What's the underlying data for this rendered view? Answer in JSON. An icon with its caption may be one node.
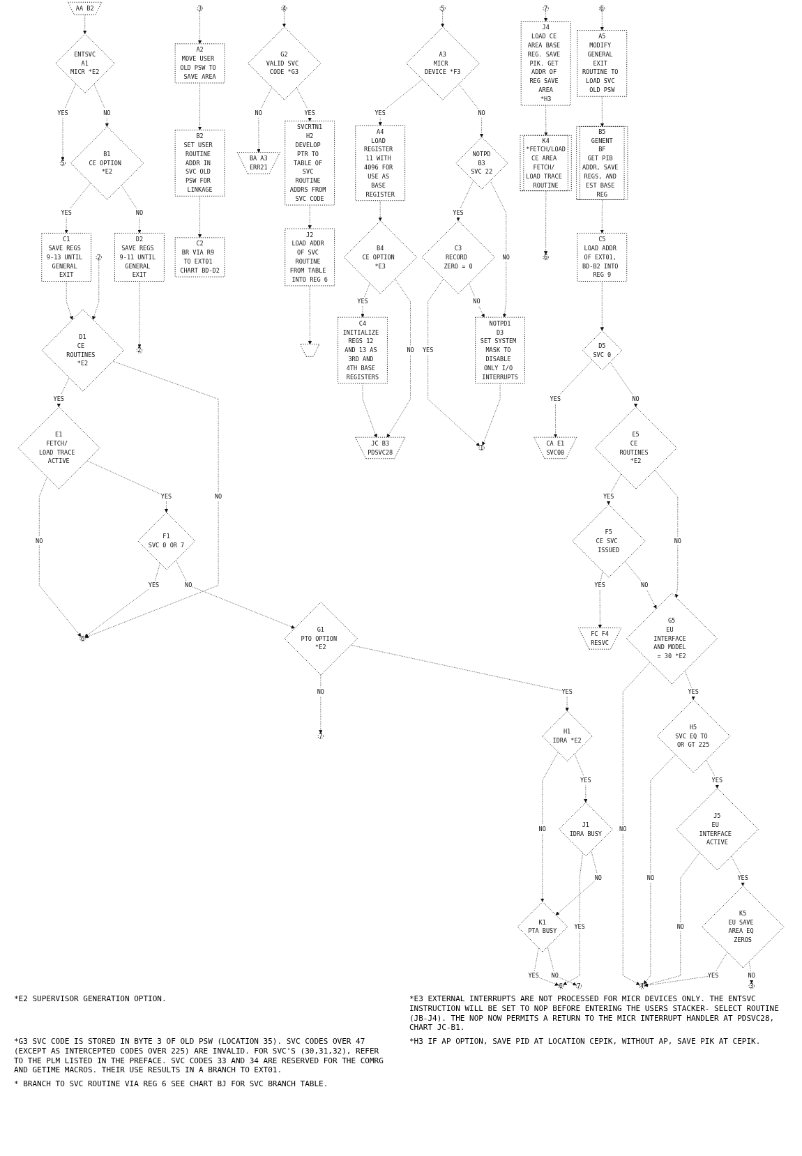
{
  "diagram": {
    "nodes": [
      {
        "text": [
          "AA B2"
        ]
      },
      {
        "text": [
          "ENTSVC",
          "A1",
          "MICR *E2"
        ]
      },
      {
        "text": [
          "5"
        ]
      },
      {
        "text": [
          "B1",
          "CE OPTION *E2"
        ]
      },
      {
        "text": [
          "C1",
          "SAVE REGS 9-13 UNTIL GENERAL EXIT"
        ]
      },
      {
        "text": [
          "2"
        ]
      },
      {
        "text": [
          "D1",
          "CE ROUTINES *E2"
        ]
      },
      {
        "text": [
          "E1",
          "FETCH/ LOAD TRACE ACTIVE"
        ]
      },
      {
        "text": [
          "F1",
          "SVC 0 OR 7"
        ]
      },
      {
        "text": [
          "6"
        ]
      },
      {
        "text": [
          "G1",
          "PTO OPTION *E2"
        ]
      },
      {
        "text": [
          "7"
        ]
      },
      {
        "text": [
          "H1",
          "IDRA *E2"
        ]
      },
      {
        "text": [
          "J1",
          "IDRA BUSY"
        ]
      },
      {
        "text": [
          "K1",
          "PTA BUSY"
        ]
      },
      {
        "text": [
          "6"
        ]
      },
      {
        "text": [
          "7"
        ]
      },
      {
        "text": [
          "3"
        ]
      },
      {
        "text": [
          "A2",
          "MOVE USER OLD PSW TO SAVE AREA"
        ]
      },
      {
        "text": [
          "B2",
          "SET USER ROUTINE ADDR IN SVC OLD PSW FOR LINKAGE"
        ]
      },
      {
        "text": [
          "C2",
          "BR VIA R9 TO EXT01 CHART BD-D2"
        ]
      },
      {
        "text": [
          "D2",
          "SAVE REGS 9-11 UNTIL GENERAL EXIT"
        ]
      },
      {
        "text": [
          "2"
        ]
      },
      {
        "text": [
          "4"
        ]
      },
      {
        "text": [
          "G2",
          "VALID SVC CODE *G3"
        ]
      },
      {
        "text": [
          "BA A3",
          "ERR21"
        ]
      },
      {
        "text": [
          "SVCRTN1",
          "H2",
          "DEVELOP PTR TO TABLE OF SVC ROUTINE ADDRS FROM SVC CODE"
        ]
      },
      {
        "text": [
          "J2",
          "LOAD ADDR OF SVC ROUTINE FROM TABLE INTO REG 6"
        ]
      },
      {
        "text": [],
        "shape": "pentagon"
      },
      {
        "text": [
          "5"
        ]
      },
      {
        "text": [
          "A3",
          "MICR DEVICE *F3"
        ]
      },
      {
        "text": [
          "NOTPD",
          "B3",
          "SVC 22"
        ]
      },
      {
        "text": [
          "C3",
          "RECORD ZERO = 0"
        ]
      },
      {
        "text": [
          "NOTPD1",
          "D3",
          "SET SYSTEM MASK TO DISABLE ONLY I/O INTERRUPTS"
        ]
      },
      {
        "text": [
          "1"
        ]
      },
      {
        "text": [
          "A4",
          "LOAD REGISTER 11 WITH 4096 FOR USE AS BASE REGISTER"
        ]
      },
      {
        "text": [
          "B4",
          "CE OPTION *E3"
        ]
      },
      {
        "text": [
          "C4",
          "INITIALIZE REGS 12 AND 13 AS 3RD AND 4TH BASE REGISTERS"
        ]
      },
      {
        "text": [
          "JC B3",
          "PDSVC28"
        ]
      },
      {
        "text": [
          "7"
        ]
      },
      {
        "text": [
          "J4",
          "LOAD CE AREA BASE REG. SAVE PIK. GET ADDR OF REG SAVE AREA",
          "*H3"
        ]
      },
      {
        "text": [
          "K4",
          "*FETCH/LOAD",
          "CE AREA FETCH/ LOAD TRACE ROUTINE"
        ]
      },
      {
        "text": [
          "6"
        ]
      },
      {
        "text": [
          "6"
        ]
      },
      {
        "text": [
          "A5",
          "MODIFY GENERAL EXIT ROUTINE TO LOAD SVC OLD PSW"
        ]
      },
      {
        "text": [
          "B5",
          "GENENT",
          "BF",
          "GET PIB ADDR, SAVE REGS, AND EST BASE REG"
        ]
      },
      {
        "text": [
          "C5",
          "LOAD ADDR OF EXT01, BD-B2 INTO REG 9"
        ]
      },
      {
        "text": [
          "D5",
          "SVC 0"
        ]
      },
      {
        "text": [
          "CA E1",
          "SVC00"
        ]
      },
      {
        "text": [
          "E5",
          "CE ROUTINES *E2"
        ]
      },
      {
        "text": [
          "F5",
          "CE SVC ISSUED"
        ]
      },
      {
        "text": [
          "FC F4",
          "RESVC"
        ]
      },
      {
        "text": [
          "G5",
          "EU INTERFACE AND MODEL = 30 *E2"
        ]
      },
      {
        "text": [
          "H5",
          "SVC EQ TO OR GT 225"
        ]
      },
      {
        "text": [
          "J5",
          "EU INTERFACE ACTIVE"
        ]
      },
      {
        "text": [
          "K5",
          "EU SAVE AREA EQ ZEROS"
        ]
      },
      {
        "text": [
          "4"
        ]
      },
      {
        "text": [
          "3"
        ]
      }
    ],
    "edges": [
      {
        "from": 0,
        "to": 1,
        "arrow": "to"
      },
      {
        "from": 1,
        "to": 2,
        "arrow": "to",
        "label": "YES"
      },
      {
        "from": 1,
        "to": 3,
        "arrow": "to",
        "label": "NO"
      },
      {
        "from": 3,
        "to": 4,
        "arrow": "to",
        "label": "YES"
      },
      {
        "from": 3,
        "to": 21,
        "arrow": "to",
        "label": "NO"
      },
      {
        "from": 4,
        "to": 6,
        "arrow": "to"
      },
      {
        "from": 5,
        "to": 6,
        "arrow": "to"
      },
      {
        "from": 6,
        "to": 7,
        "arrow": "to",
        "label": "YES"
      },
      {
        "from": 6,
        "to": 9,
        "arrow": "to",
        "label": "NO"
      },
      {
        "from": 7,
        "to": 9,
        "arrow": "to",
        "label": "NO"
      },
      {
        "from": 7,
        "to": 8,
        "arrow": "to",
        "label": "YES"
      },
      {
        "from": 8,
        "to": 9,
        "arrow": "to",
        "label": "YES"
      },
      {
        "from": 8,
        "to": 10,
        "arrow": "to",
        "label": "NO"
      },
      {
        "from": 10,
        "to": 11,
        "arrow": "to",
        "label": "NO"
      },
      {
        "from": 10,
        "to": 12,
        "arrow": "to",
        "label": "YES"
      },
      {
        "from": 12,
        "to": 14,
        "arrow": "to",
        "label": "NO"
      },
      {
        "from": 12,
        "to": 13,
        "arrow": "to",
        "label": "YES"
      },
      {
        "from": 13,
        "to": 15,
        "arrow": "to",
        "label": "YES"
      },
      {
        "from": 13,
        "to": 14,
        "arrow": "to",
        "label": "NO"
      },
      {
        "from": 14,
        "to": 15,
        "arrow": "to",
        "label": "YES"
      },
      {
        "from": 14,
        "to": 16,
        "arrow": "to",
        "label": "NO"
      },
      {
        "from": 17,
        "to": 18,
        "arrow": "to"
      },
      {
        "from": 18,
        "to": 19,
        "arrow": "to"
      },
      {
        "from": 19,
        "to": 20,
        "arrow": "to"
      },
      {
        "from": 21,
        "to": 22,
        "arrow": "to"
      },
      {
        "from": 23,
        "to": 24,
        "arrow": "to"
      },
      {
        "from": 24,
        "to": 25,
        "arrow": "to",
        "label": "NO"
      },
      {
        "from": 24,
        "to": 26,
        "arrow": "to",
        "label": "YES"
      },
      {
        "from": 26,
        "to": 27,
        "arrow": "to"
      },
      {
        "from": 27,
        "to": 28,
        "arrow": "to"
      },
      {
        "from": 29,
        "to": 30,
        "arrow": "to"
      },
      {
        "from": 30,
        "to": 35,
        "arrow": "to",
        "label": "YES"
      },
      {
        "from": 30,
        "to": 31,
        "arrow": "to",
        "label": "NO"
      },
      {
        "from": 31,
        "to": 32,
        "arrow": "to",
        "label": "YES"
      },
      {
        "from": 31,
        "to": 33,
        "arrow": "to",
        "label": "NO"
      },
      {
        "from": 32,
        "to": 34,
        "arrow": "to",
        "label": "YES"
      },
      {
        "from": 32,
        "to": 33,
        "arrow": "to",
        "label": "NO"
      },
      {
        "from": 33,
        "to": 34,
        "arrow": "to"
      },
      {
        "from": 35,
        "to": 36,
        "arrow": "to"
      },
      {
        "from": 36,
        "to": 37,
        "arrow": "to",
        "label": "YES"
      },
      {
        "from": 36,
        "to": 38,
        "arrow": "to",
        "label": "NO"
      },
      {
        "from": 37,
        "to": 38,
        "arrow": "to"
      },
      {
        "from": 39,
        "to": 40,
        "arrow": "to"
      },
      {
        "from": 40,
        "to": 41,
        "arrow": "to"
      },
      {
        "from": 41,
        "to": 42,
        "arrow": "to"
      },
      {
        "from": 43,
        "to": 44,
        "arrow": "to"
      },
      {
        "from": 44,
        "to": 45,
        "arrow": "to"
      },
      {
        "from": 45,
        "to": 46,
        "arrow": "to"
      },
      {
        "from": 46,
        "to": 47,
        "arrow": "to"
      },
      {
        "from": 47,
        "to": 48,
        "arrow": "to",
        "label": "YES"
      },
      {
        "from": 47,
        "to": 49,
        "arrow": "to",
        "label": "NO"
      },
      {
        "from": 49,
        "to": 50,
        "arrow": "to",
        "label": "YES"
      },
      {
        "from": 49,
        "to": 52,
        "arrow": "to",
        "label": "NO"
      },
      {
        "from": 50,
        "to": 51,
        "arrow": "to",
        "label": "YES"
      },
      {
        "from": 50,
        "to": 52,
        "arrow": "to",
        "label": "NO"
      },
      {
        "from": 52,
        "to": 56,
        "arrow": "to",
        "label": "NO"
      },
      {
        "from": 52,
        "to": 53,
        "arrow": "to",
        "label": "YES"
      },
      {
        "from": 53,
        "to": 56,
        "arrow": "to",
        "label": "NO"
      },
      {
        "from": 53,
        "to": 54,
        "arrow": "to",
        "label": "YES"
      },
      {
        "from": 54,
        "to": 56,
        "arrow": "to",
        "label": "NO"
      },
      {
        "from": 54,
        "to": 55,
        "arrow": "to",
        "label": "YES"
      },
      {
        "from": 55,
        "to": 56,
        "arrow": "to",
        "label": "YES"
      },
      {
        "from": 55,
        "to": 57,
        "arrow": "to",
        "label": "NO"
      }
    ],
    "labels": [
      "*E2 SUPERVISOR GENERATION OPTION.",
      "*E3 EXTERNAL INTERRUPTS ARE NOT PROCESSED FOR MICR DEVICES ONLY. THE ENTSVC INSTRUCTION WILL BE SET TO NOP BEFORE ENTERING THE USERS STACKER- SELECT ROUTINE (JB-J4). THE NOP NOW PERMITS A RETURN TO THE MICR INTERRUPT HANDLER AT PDSVC28, CHART JC-B1.",
      "*G3 SVC CODE IS STORED IN BYTE 3 OF OLD PSW (LOCATION 35). SVC CODES OVER 47 (EXCEPT AS INTERCEPTED CODES OVER 225) ARE INVALID. FOR SVC'S (30,31,32), REFER TO THE PLM LISTED IN THE PREFACE. SVC CODES 33 AND 34 ARE RESERVED FOR THE COMRG AND GETIME MACROS. THEIR USE RESULTS IN A BRANCH TO EXT01.",
      "*H3 IF AP OPTION, SAVE PID AT LOCATION CEPIK, WITHOUT AP, SAVE PIK AT CEPIK.",
      "* BRANCH TO SVC ROUTINE VIA REG 6 SEE CHART BJ FOR SVC BRANCH TABLE."
    ]
  }
}
